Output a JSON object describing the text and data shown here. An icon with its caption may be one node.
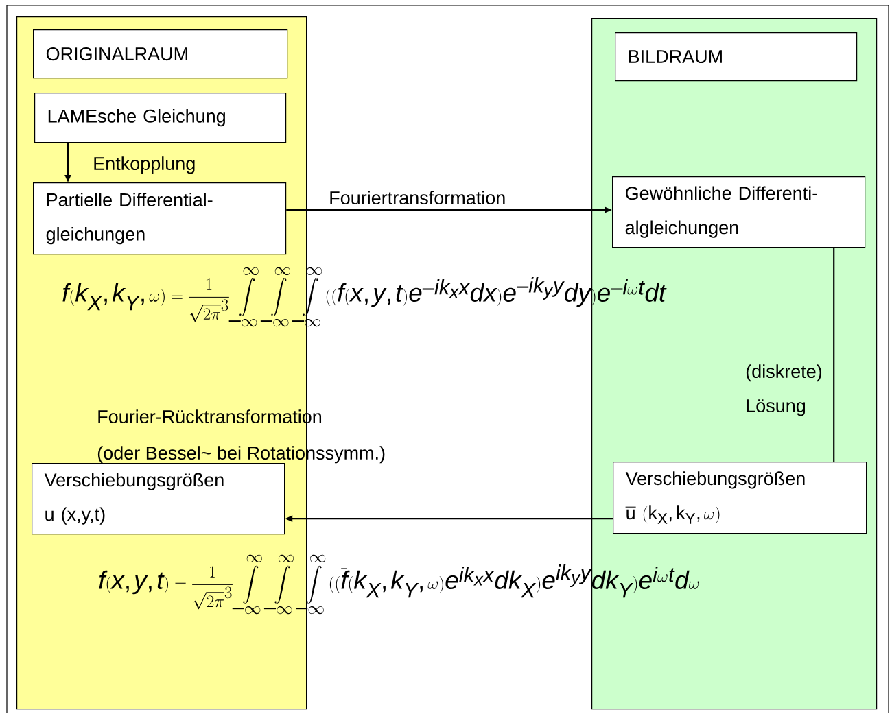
{
  "diagram": {
    "nodes": [
      {
        "text": [],
        "shape": "box"
      },
      {
        "text": [
          "ORIGINALRAUM"
        ],
        "in": 0
      },
      {
        "text": [
          "LAMEsche Gleichung"
        ],
        "in": 0
      },
      {
        "text": [
          "Partielle Differential- gleichungen"
        ],
        "in": 0
      },
      {
        "text": [
          "Verschiebungsgrößen",
          "u (x,y,t)"
        ],
        "in": 0
      },
      {
        "text": [],
        "shape": "box"
      },
      {
        "text": [
          "BILDRAUM"
        ],
        "in": 5
      },
      {
        "text": [
          "Gewöhnliche Differenti- algleichungen"
        ],
        "in": 5
      },
      {
        "text": [
          "Verschiebungsgrößen",
          "\\overline{\\mathrm{u}}\\ (\\mathrm{k}_{\\mathrm{X}},\\mathrm{k}_{\\mathrm{Y}},\\omega)"
        ],
        "in": 5
      }
    ],
    "edges": [
      {
        "from": 2,
        "to": 3,
        "arrow": "to",
        "label": "Entkopplung"
      },
      {
        "from": 3,
        "to": 7,
        "arrow": "to",
        "label": "Fouriertransformation"
      },
      {
        "from": 7,
        "to": 8,
        "arrow": "none",
        "label": "(diskrete) Lösung"
      },
      {
        "from": 8,
        "to": 4,
        "arrow": "to"
      }
    ],
    "labels": [
      "\\bar{f}(k_X,k_Y,\\omega)=\\frac{1}{\\sqrt{2\\pi}^{3}}\\int\\limits_{-\\infty}^{\\infty}\\int\\limits_{-\\infty}^{\\infty}\\int\\limits_{-\\infty}^{\\infty}((f(x,y,t)e^{-ik_xx}dx)e^{-ik_yy}dy)e^{-i\\omega t}dt",
      "Fourier-Rücktransformation",
      "(oder Bessel~ bei Rotationssymm.)",
      "f(x,y,t)=\\frac{1}{\\sqrt{2\\pi}^{3}}\\int\\limits_{-\\infty}^{\\infty}\\int\\limits_{-\\infty}^{\\infty}\\int\\limits_{-\\infty}^{\\infty}((\\bar{f}(k_X,k_Y,\\omega)e^{ik_xx}dk_X)e^{ik_yy}dk_Y)e^{i\\omega t}d\\omega"
    ]
  }
}
